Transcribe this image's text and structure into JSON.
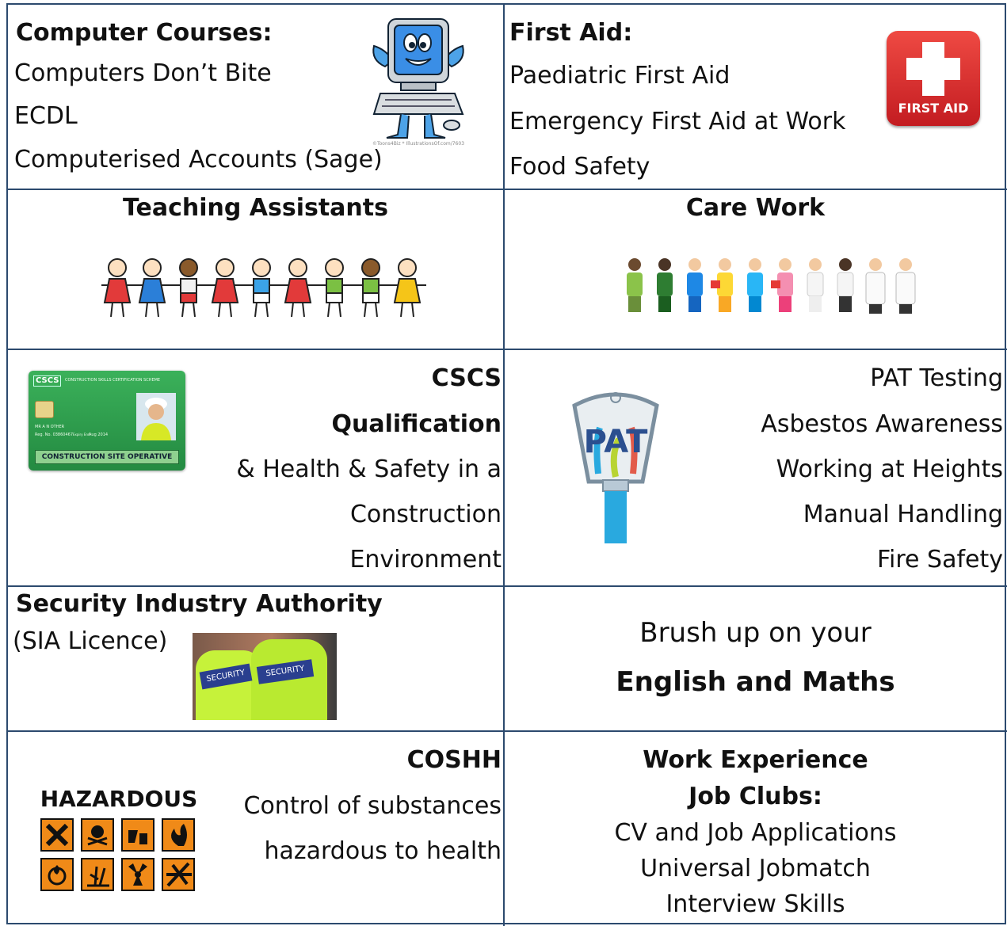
{
  "computer": {
    "heading": "Computer Courses:",
    "items": [
      "Computers Don’t Bite",
      "ECDL",
      "Computerised Accounts (Sage)"
    ],
    "image_credit": "©Toons4Biz * IllustrationsOf.com/7603"
  },
  "first_aid": {
    "heading": "First Aid:",
    "items": [
      "Paediatric First Aid",
      "Emergency First Aid at Work",
      "Food Safety"
    ],
    "badge": "FIRST AID"
  },
  "teaching": {
    "heading": "Teaching Assistants"
  },
  "care": {
    "heading": "Care Work"
  },
  "cscs": {
    "card_logo": "CSCS",
    "card_scheme": "CONSTRUCTION SKILLS CERTIFICATION SCHEME",
    "card_name": "MR A N OTHER",
    "card_reg": "Reg. No. 03860467",
    "card_expiry": "Aug 2014",
    "card_expiry_label": "Expiry End",
    "card_footer": "CONSTRUCTION SITE OPERATIVE",
    "title_1": "CSCS",
    "title_2": "Qualification",
    "lines": [
      "& Health & Safety in a",
      "Construction",
      "Environment"
    ]
  },
  "pat": {
    "logo": "PAT",
    "items": [
      "PAT Testing",
      "Asbestos Awareness",
      "Working at Heights",
      "Manual Handling",
      "Fire Safety"
    ]
  },
  "sia": {
    "heading": "Security Industry Authority",
    "sub": "(SIA Licence)",
    "vest_label": "SECURITY"
  },
  "english": {
    "line1": "Brush up on your",
    "line2": "English and Maths"
  },
  "coshh": {
    "hazard_label": "HAZARDOUS",
    "title": "COSHH",
    "lines": [
      "Control of  substances",
      "hazardous  to health"
    ]
  },
  "work": {
    "heading1": "Work Experience",
    "heading2": "Job Clubs:",
    "items": [
      "CV and Job Applications",
      "Universal Jobmatch",
      "Interview Skills"
    ]
  },
  "colors": {
    "grid": "#2c4a6e",
    "first_aid_red": "#d7262a",
    "cscs_green": "#2f9d4c",
    "hazard_orange": "#f08a18",
    "vest_yellow": "#c6f23a",
    "pat_blue": "#29a9df"
  }
}
